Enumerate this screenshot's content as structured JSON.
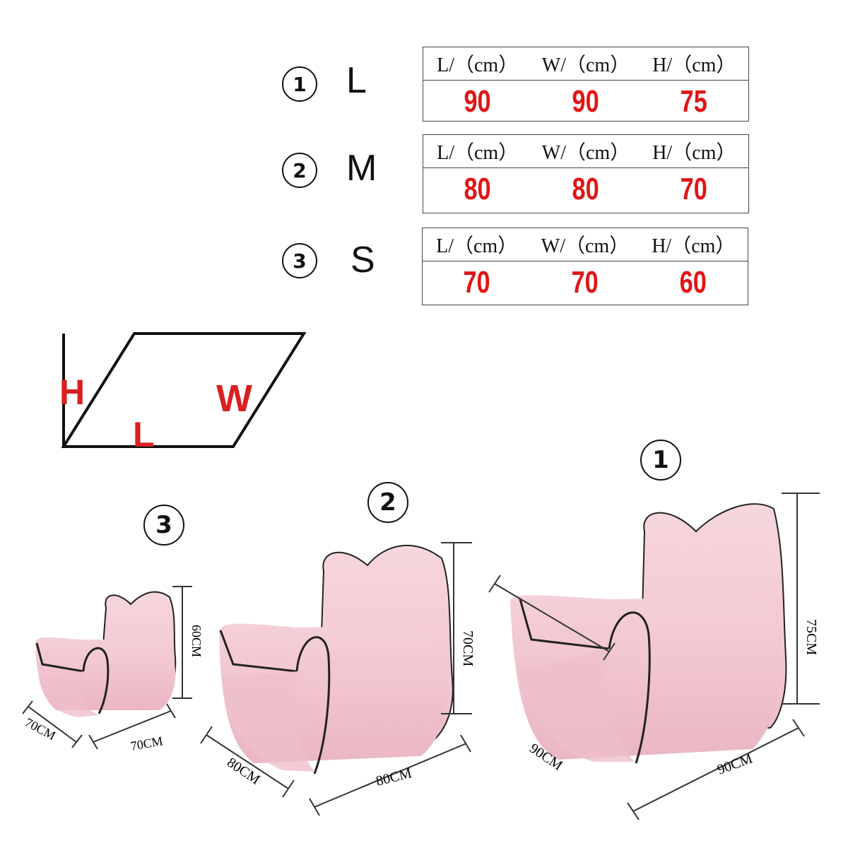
{
  "sizes": [
    {
      "num": "1",
      "letter": "L",
      "headers": [
        "L/（cm）",
        "W/（cm）",
        "H/（cm）"
      ],
      "values": [
        "90",
        "90",
        "75"
      ]
    },
    {
      "num": "2",
      "letter": "M",
      "headers": [
        "L/（cm）",
        "W/（cm）",
        "H/（cm）"
      ],
      "values": [
        "80",
        "80",
        "70"
      ]
    },
    {
      "num": "3",
      "letter": "S",
      "headers": [
        "L/（cm）",
        "W/（cm）",
        "H/（cm）"
      ],
      "values": [
        "70",
        "70",
        "60"
      ]
    }
  ],
  "diagram": {
    "h": "H",
    "l": "L",
    "w": "W"
  },
  "chairs": {
    "small": {
      "num": "3",
      "depth": "70CM",
      "width": "70CM",
      "height": "60CM"
    },
    "medium": {
      "num": "2",
      "depth": "80CM",
      "width": "80CM",
      "height": "70CM"
    },
    "large": {
      "num": "1",
      "depth": "90CM",
      "width": "90CM",
      "height": "75CM"
    }
  },
  "colors": {
    "accent": "#e01515",
    "chair": "#f2c4cf"
  }
}
